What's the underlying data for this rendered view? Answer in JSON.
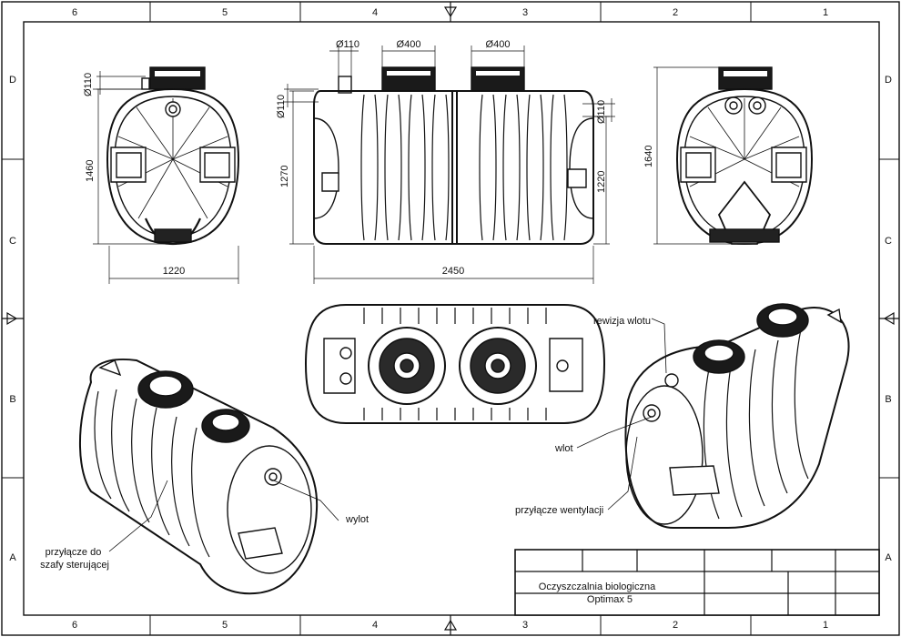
{
  "zones": {
    "columns": [
      "6",
      "5",
      "4",
      "3",
      "2",
      "1"
    ],
    "rows": [
      "D",
      "C",
      "B",
      "A"
    ]
  },
  "dimensions": {
    "front_top_dia": "Ø110",
    "front_height": "1460",
    "front_width": "1220",
    "side_top_dia_1": "Ø110",
    "side_top_dia_2": "Ø400",
    "side_top_dia_3": "Ø400",
    "side_left_dia": "Ø110",
    "side_left_height": "1270",
    "side_right_dia": "Ø110",
    "side_right_height": "1220",
    "side_length": "2450",
    "rear_height": "1640"
  },
  "callouts": {
    "outlet": "wylot",
    "control_cabinet": "przyłącze do\nszafy sterującej",
    "inlet_inspection": "rewizja wlotu",
    "inlet": "wlot",
    "ventilation": "przyłącze wentylacji"
  },
  "title_block": {
    "line1": "Oczyszczalnia biologiczna",
    "line2": "Optimax 5"
  }
}
